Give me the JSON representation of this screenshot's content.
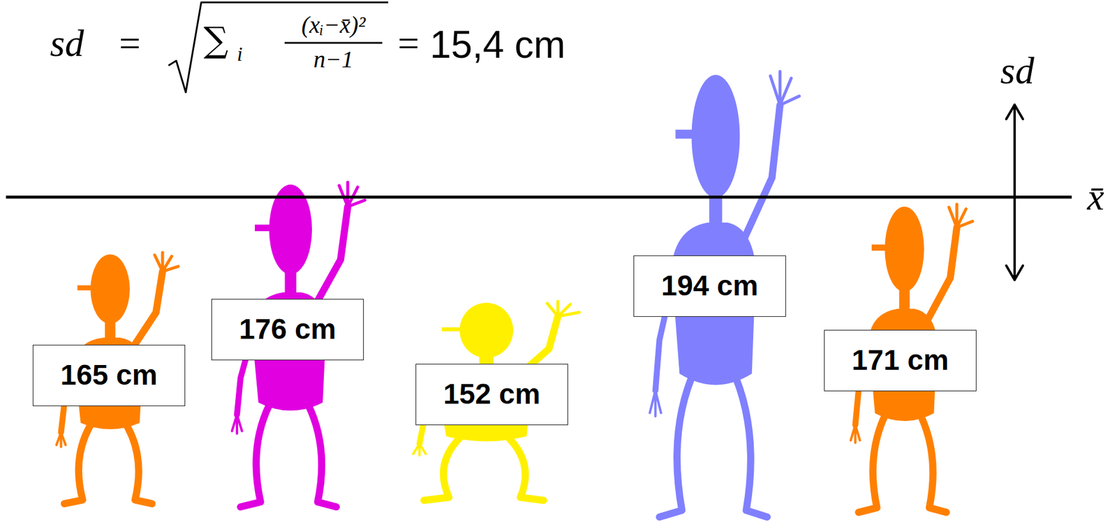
{
  "diagram": {
    "nodes": [
      {
        "text": [
          "165 cm"
        ]
      },
      {
        "text": [
          "176 cm"
        ]
      },
      {
        "text": [
          "152 cm"
        ]
      },
      {
        "text": [
          "194 cm"
        ]
      },
      {
        "text": [
          "171 cm"
        ]
      }
    ],
    "labels": [
      "sd",
      "=",
      "∑",
      "i",
      "(xᵢ−x̄)²",
      "n−1",
      "=",
      "15,4 cm",
      "sd",
      "x̄"
    ]
  }
}
